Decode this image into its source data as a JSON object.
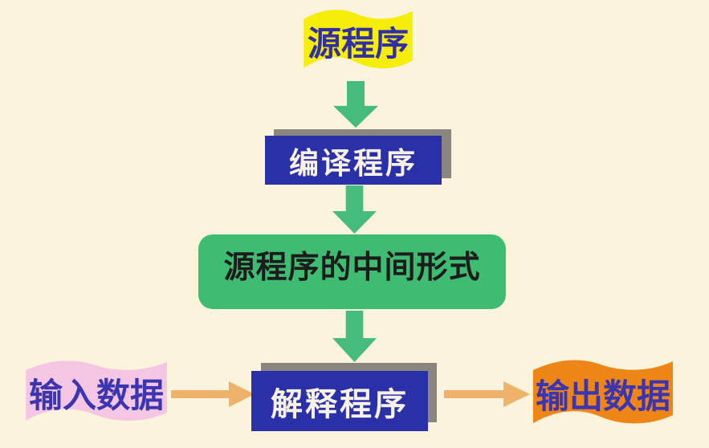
{
  "page": {
    "background": "#fcf3dd"
  },
  "diagram": {
    "description": "Flowchart of compile-then-interpret program execution",
    "nodes": {
      "source_program": {
        "label": "源程序",
        "shape": "wavy-flag",
        "fill": "#f6ee0a",
        "text_color": "#312fa6"
      },
      "compiler": {
        "label": "编译程序",
        "shape": "rectangle",
        "fill": "#2a30a7",
        "text_color": "#f7f1e6",
        "shadow_color": "#8a857f"
      },
      "intermediate_form": {
        "label": "源程序的中间形式",
        "shape": "rounded-rectangle",
        "fill": "#3ebd72",
        "text_color": "#1c1c1c"
      },
      "interpreter": {
        "label": "解释程序",
        "shape": "rectangle",
        "fill": "#2a30a7",
        "text_color": "#f7f1e6",
        "shadow_color": "#8a857f"
      },
      "input_data": {
        "label": "输入数据",
        "shape": "wavy-flag",
        "fill": "#f5c6e3",
        "text_color": "#3c35b0"
      },
      "output_data": {
        "label": "输出数据",
        "shape": "wavy-flag",
        "fill": "#ee8517",
        "text_color": "#3b35b2"
      }
    },
    "edges": [
      {
        "from": "source_program",
        "to": "compiler",
        "direction": "down",
        "color": "#45bc7c"
      },
      {
        "from": "compiler",
        "to": "intermediate_form",
        "direction": "down",
        "color": "#45bc7c"
      },
      {
        "from": "intermediate_form",
        "to": "interpreter",
        "direction": "down",
        "color": "#45bc7c"
      },
      {
        "from": "input_data",
        "to": "interpreter",
        "direction": "right",
        "color": "#efb26a"
      },
      {
        "from": "interpreter",
        "to": "output_data",
        "direction": "right",
        "color": "#efb26a"
      }
    ]
  }
}
